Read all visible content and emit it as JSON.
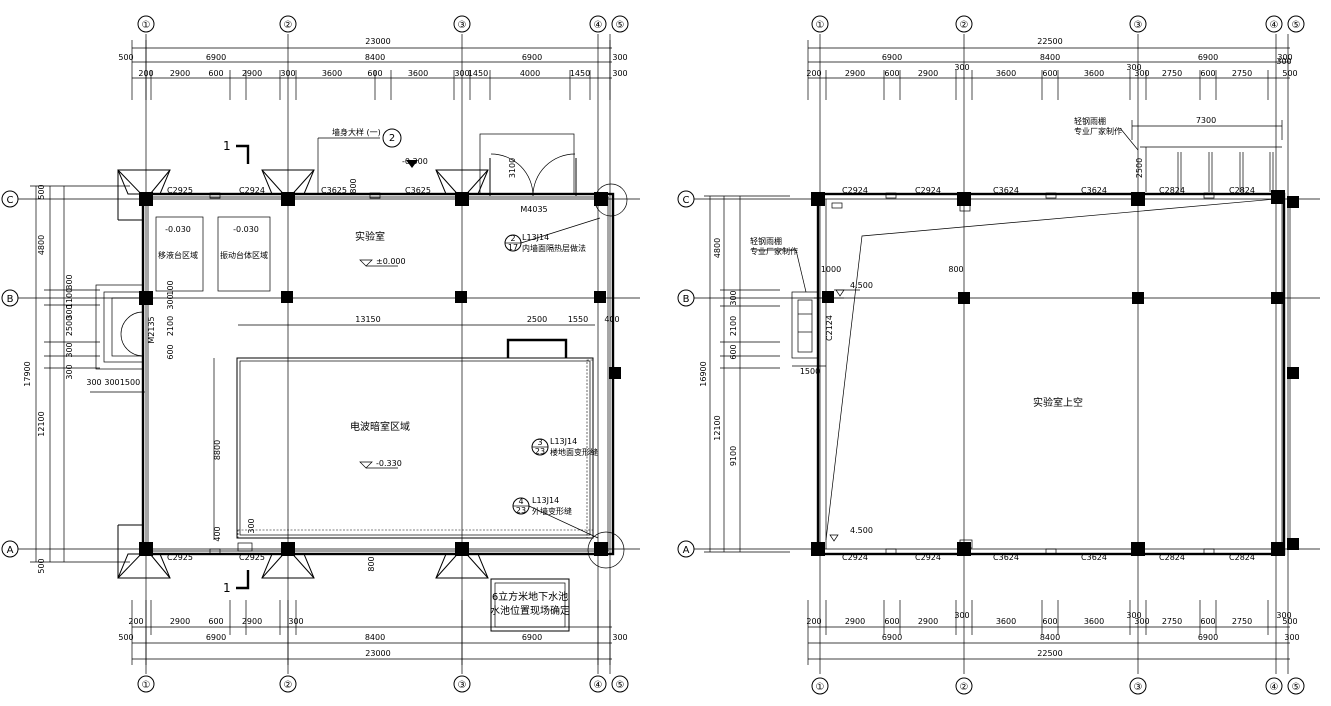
{
  "left_plan": {
    "axes_top": [
      "①",
      "②",
      "③",
      "④",
      "⑤"
    ],
    "axes_side": [
      "C",
      "B",
      "A"
    ],
    "dims_top_total": "23000",
    "dims_top_mid": [
      "500",
      "6900",
      "8400",
      "6900",
      "300"
    ],
    "dims_top_small": [
      "200",
      "2900",
      "600",
      "2900",
      "300",
      "3600",
      "600",
      "3600",
      "300",
      "1450",
      "4000",
      "1450",
      "300"
    ],
    "dims_left": [
      "500",
      "4800",
      "300",
      "1100",
      "300",
      "2500",
      "300",
      "300",
      "12100",
      "500",
      "17900",
      "300",
      "300",
      "1500"
    ],
    "windows_top": [
      "C2925",
      "C2924",
      "C3625",
      "C3625"
    ],
    "door_top": "M4035",
    "windows_bottom": [
      "C2925",
      "C2925"
    ],
    "door_side": "M2135",
    "dims_inner": [
      "13150",
      "2500",
      "1550",
      "400",
      "800",
      "3100",
      "8800",
      "400",
      "300",
      "800",
      "100",
      "300",
      "2100",
      "600"
    ],
    "room_lab": "实验室",
    "elev_lab": "±0.000",
    "elev_top": "-0.300",
    "elev_area1": "-0.030",
    "elev_area2": "-0.030",
    "area1_label": "移液台区域",
    "area2_label": "振动台体区域",
    "room_dark": "电波暗室区域",
    "elev_dark": "-0.330",
    "detail_a_label": "墙身大样 (一)",
    "detail_a_num": "2",
    "detail_b_ref": "L13J14",
    "detail_b_num": "2",
    "detail_b_den": "17",
    "detail_b_text": "内墙面隔热层做法",
    "detail_c_ref": "L13J14",
    "detail_c_num": "3",
    "detail_c_den": "23",
    "detail_c_text": "楼地面变形缝",
    "detail_d_ref": "L13J14",
    "detail_d_num": "4",
    "detail_d_den": "23",
    "detail_d_text": "外墙变形缝",
    "section_mark": "1",
    "note_box_line1": "6立方米地下水池",
    "note_box_line2": "水池位置现场确定",
    "dims_bottom_small": [
      "200",
      "2900",
      "600",
      "2900",
      "300"
    ],
    "dims_bottom_mid": [
      "500",
      "6900",
      "8400",
      "6900",
      "300"
    ],
    "dims_bottom_total": "23000"
  },
  "right_plan": {
    "axes_top": [
      "①",
      "②",
      "③",
      "④",
      "⑤"
    ],
    "axes_side": [
      "C",
      "B",
      "A"
    ],
    "dims_top_total": "22500",
    "dims_top_mid": [
      "6900",
      "8400",
      "6900",
      "300"
    ],
    "dims_top_small": [
      "200",
      "2900",
      "600",
      "2900",
      "300",
      "3600",
      "600",
      "3600",
      "300",
      "300",
      "2750",
      "600",
      "2750",
      "300",
      "500"
    ],
    "dims_left": [
      "4800",
      "300",
      "2100",
      "600",
      "12100",
      "9100",
      "16900",
      "1000",
      "1500",
      "800",
      "2500"
    ],
    "windows_top": [
      "C2924",
      "C2924",
      "C3624",
      "C3624",
      "C2824",
      "C2824"
    ],
    "windows_bottom": [
      "C2924",
      "C2924",
      "C3624",
      "C3624",
      "C2824",
      "C2824"
    ],
    "window_side": "C2124",
    "room": "实验室上空",
    "elev_1": "4.500",
    "elev_2": "4.500",
    "top_dim": "7300",
    "note_top_1": "轻钢雨棚",
    "note_top_2": "专业厂家制作",
    "note_left_1": "轻钢雨棚",
    "note_left_2": "专业厂家制作",
    "dims_bottom_small": [
      "200",
      "2900",
      "600",
      "2900",
      "300",
      "3600",
      "600",
      "3600",
      "300",
      "300",
      "2750",
      "600",
      "2750",
      "300",
      "500"
    ],
    "dims_bottom_mid": [
      "6900",
      "8400",
      "6900",
      "300"
    ],
    "dims_bottom_total": "22500"
  }
}
